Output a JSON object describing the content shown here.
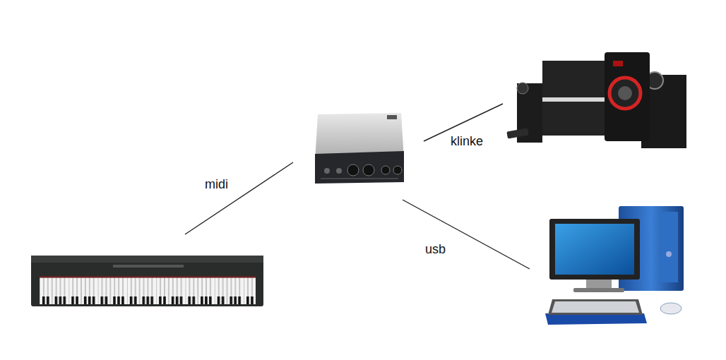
{
  "diagram": {
    "labels": [
      "midi",
      "klinke",
      "usb"
    ]
  }
}
